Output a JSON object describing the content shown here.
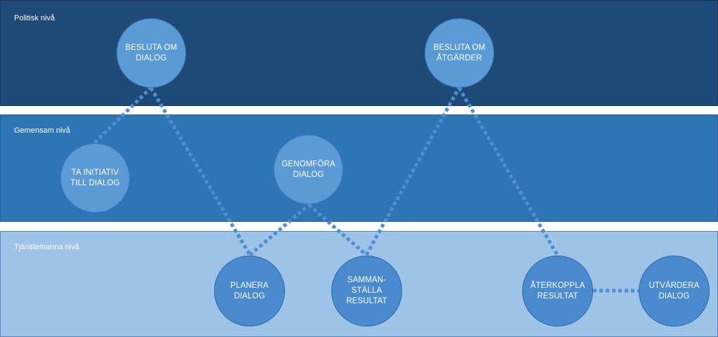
{
  "bands": {
    "political": {
      "label": "Politisk nivå"
    },
    "common": {
      "label": "Gemensam nivå"
    },
    "official": {
      "label": "Tjänstemanna nivå"
    }
  },
  "nodes": {
    "decide_dialog": "BESLUTA OM\nDIALOG",
    "decide_actions": "BESLUTA OM\nÅTGÄRDER",
    "take_initiative": "TA INITIATIV\nTILL DIALOG",
    "conduct_dialog": "GENOMFÖRA\nDIALOG",
    "plan_dialog": "PLANERA\nDIALOG",
    "compile_results": "SAMMAN-\nSTÄLLA\nRESULTAT",
    "feedback_results": "ÅTERKOPPLA\nRESULTAT",
    "evaluate_dialog": "UTVÄRDERA\nDIALOG"
  },
  "colors": {
    "political_band": "#1e4a78",
    "common_band": "#2e75b6",
    "official_band": "#9dc3e6",
    "node_fill": "#5b9bd5",
    "connector": "#4f8fd0"
  }
}
